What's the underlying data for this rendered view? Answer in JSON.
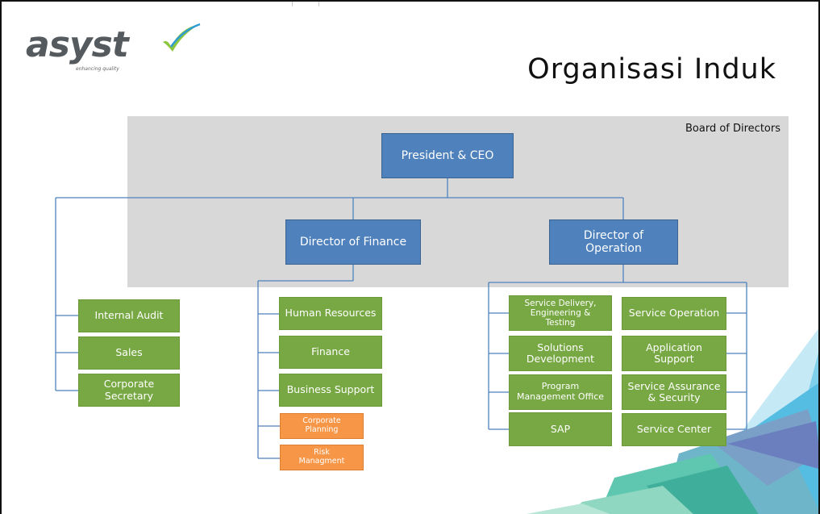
{
  "header": {
    "logo_text": "asyst",
    "logo_tagline": "enhancing quality",
    "title": "Organisasi Induk"
  },
  "board": {
    "label": "Board of Directors"
  },
  "executives": {
    "ceo": "President & CEO",
    "finance_director": "Director of Finance",
    "operation_director": "Director of Operation"
  },
  "ceo_direct_units": [
    "Internal Audit",
    "Sales",
    "Corporate Secretary"
  ],
  "finance_units": [
    "Human Resources",
    "Finance",
    "Business Support"
  ],
  "finance_sub_units": [
    "Corporate Planning",
    "Risk Managment"
  ],
  "operation_units_left": [
    "Service Delivery, Engineering & Testing",
    "Solutions Development",
    "Program Management Office",
    "SAP"
  ],
  "operation_units_right": [
    "Service Operation",
    "Application Support",
    "Service Assurance & Security",
    "Service Center"
  ],
  "colors": {
    "executive_box": "#4f81bd",
    "unit_box": "#77a843",
    "sub_unit_box": "#f79646",
    "board_background": "#d8d8d8",
    "connector": "#4f81bd",
    "logo_check": "#8cc63f"
  }
}
